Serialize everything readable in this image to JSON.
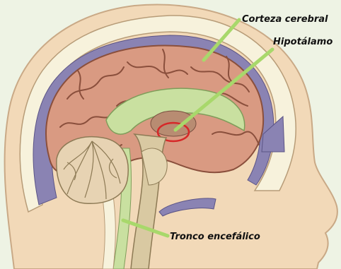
{
  "labels": {
    "cortex": "Corteza cerebral",
    "hypothalamus": "Hipotálamo",
    "brainstem": "Tronco encefálico"
  },
  "colors": {
    "background": "#eef3e4",
    "skin": "#f2d9b8",
    "skull": "#f7f2dc",
    "brain": "#d99a82",
    "sulci": "#8a4f3c",
    "ventricle": "#c9e0a0",
    "csf": "#8a83b3",
    "cerebellum": "#e7d3b3",
    "pointer": "#a8d86b",
    "highlight_ring": "#d62828"
  }
}
